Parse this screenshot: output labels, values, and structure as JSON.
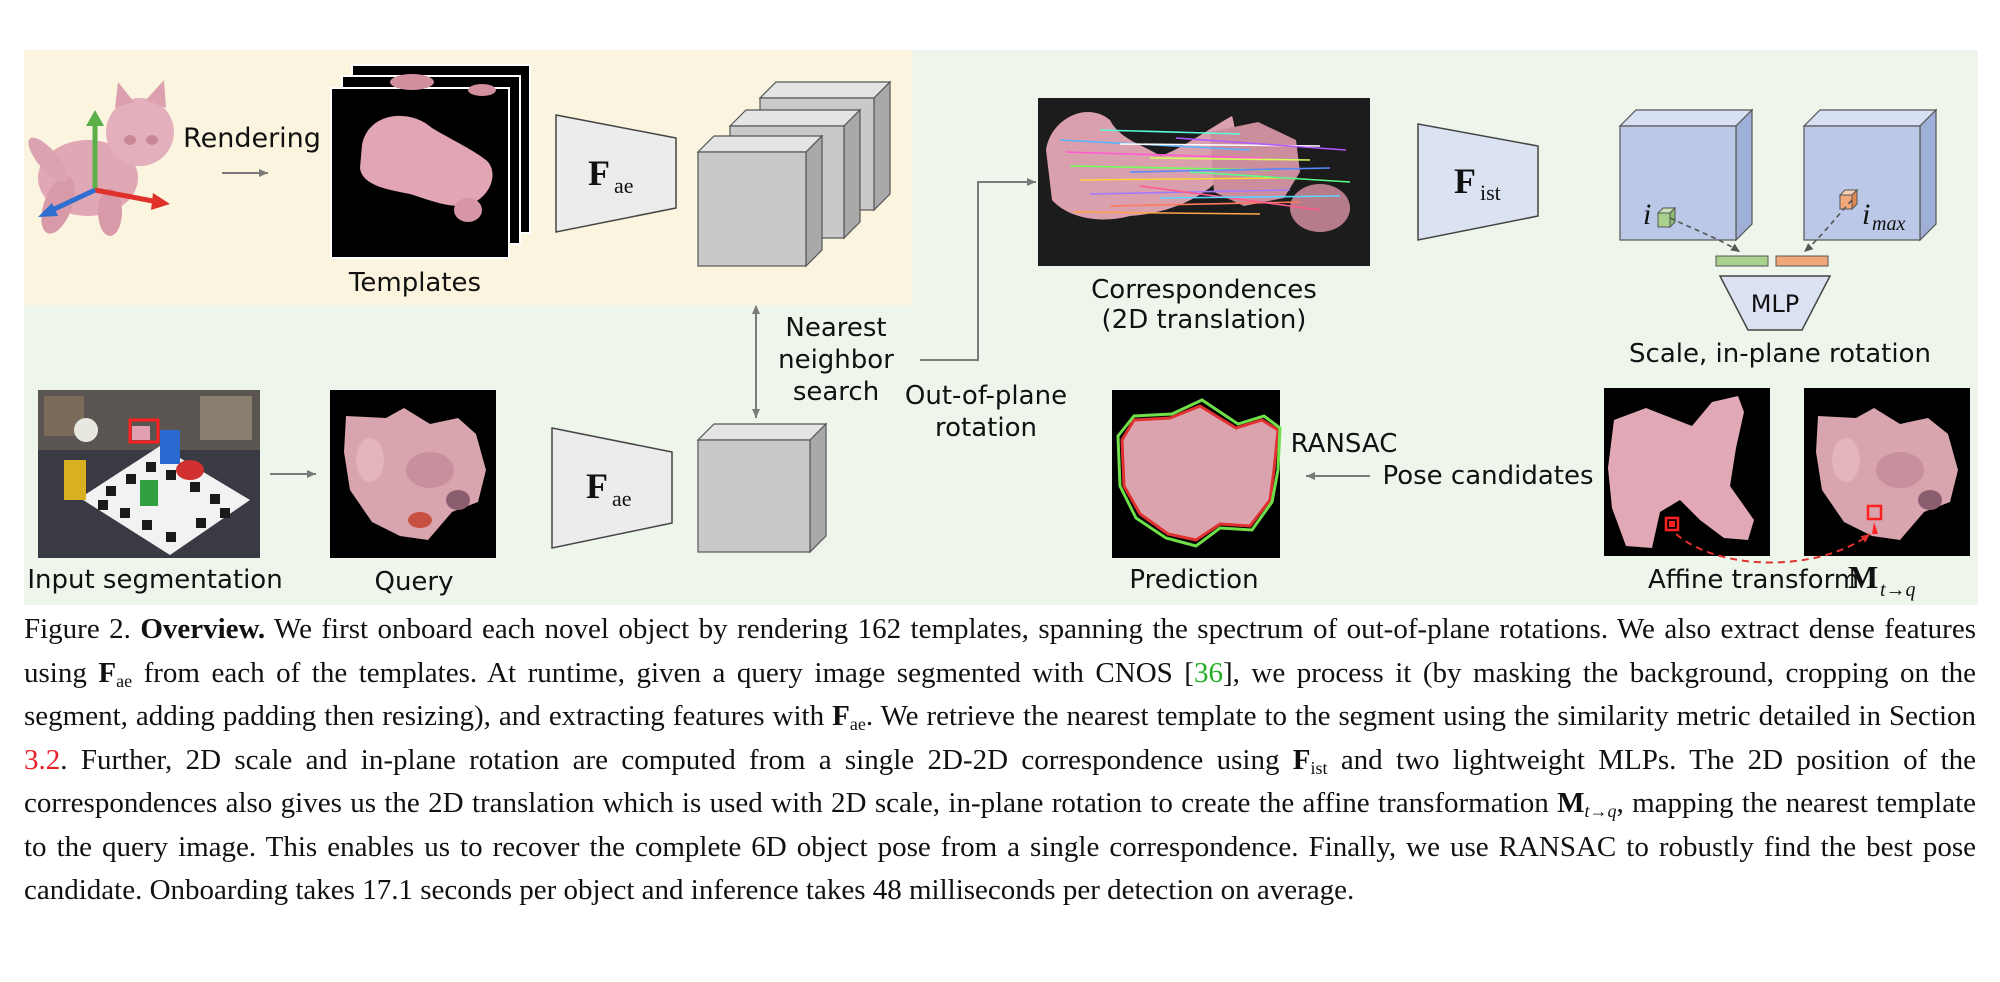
{
  "labels": {
    "rendering": "Rendering",
    "templates": "Templates",
    "input_segmentation": "Input segmentation",
    "query": "Query",
    "nearest_line1": "Nearest",
    "nearest_line2": "neighbor",
    "nearest_line3": "search",
    "out_of_plane_line1": "Out-of-plane",
    "out_of_plane_line2": "rotation",
    "correspondences_line1": "Correspondences",
    "correspondences_line2": "(2D translation)",
    "scale_rotation": "Scale, in-plane rotation",
    "mlp": "MLP",
    "ransac": "RANSAC",
    "pose_candidates": "Pose candidates",
    "prediction": "Prediction",
    "affine_transform": "Affine transform",
    "i_label": "i",
    "i_max_label": "i",
    "i_max_sub": "max"
  },
  "math": {
    "F": "F",
    "ae": "ae",
    "ist": "ist",
    "M": "M",
    "t_to_q": "t→q"
  },
  "caption": {
    "fig_label": "Figure 2.",
    "title": "Overview.",
    "p1": " We first onboard each novel object by rendering 162 templates, spanning the spectrum of out-of-plane rotations. We also extract dense features using ",
    "p2": " from each of the templates. At runtime, given a query image segmented with CNOS [",
    "ref36": "36",
    "p3": "], we process it (by masking the background, cropping on the segment, adding padding then resizing), and extracting features with ",
    "p4": ". We retrieve the nearest template to the segment using the similarity metric detailed in Section ",
    "ref32": "3.2",
    "p5": ". Further, 2D scale and in-plane rotation are computed from a single 2D-2D correspondence using ",
    "p6": " and two lightweight MLPs. The 2D position of the correspondences also gives us the 2D translation which is used with 2D scale, in-plane rotation to create the affine transformation ",
    "p7": ", mapping the nearest template to the query image. This enables us to recover the complete 6D object pose from a single correspondence. Finally, we use RANSAC to robustly find the best pose candidate. Onboarding takes 17.1 seconds per object and inference takes 48 milliseconds per detection on average."
  },
  "colors": {
    "panel_green": "#eef6ec",
    "panel_yellow": "#fbf5df",
    "feature_box": "#c9c9c9",
    "cube_blue": "#bcc8e8",
    "object_pink": "#e0a7b4",
    "prediction_red": "#e03030",
    "prediction_green": "#6fe04a",
    "patch_green": "#a9d18e",
    "patch_orange": "#f0a878",
    "ref_red": "#e8202a",
    "ref_green": "#22b022"
  }
}
